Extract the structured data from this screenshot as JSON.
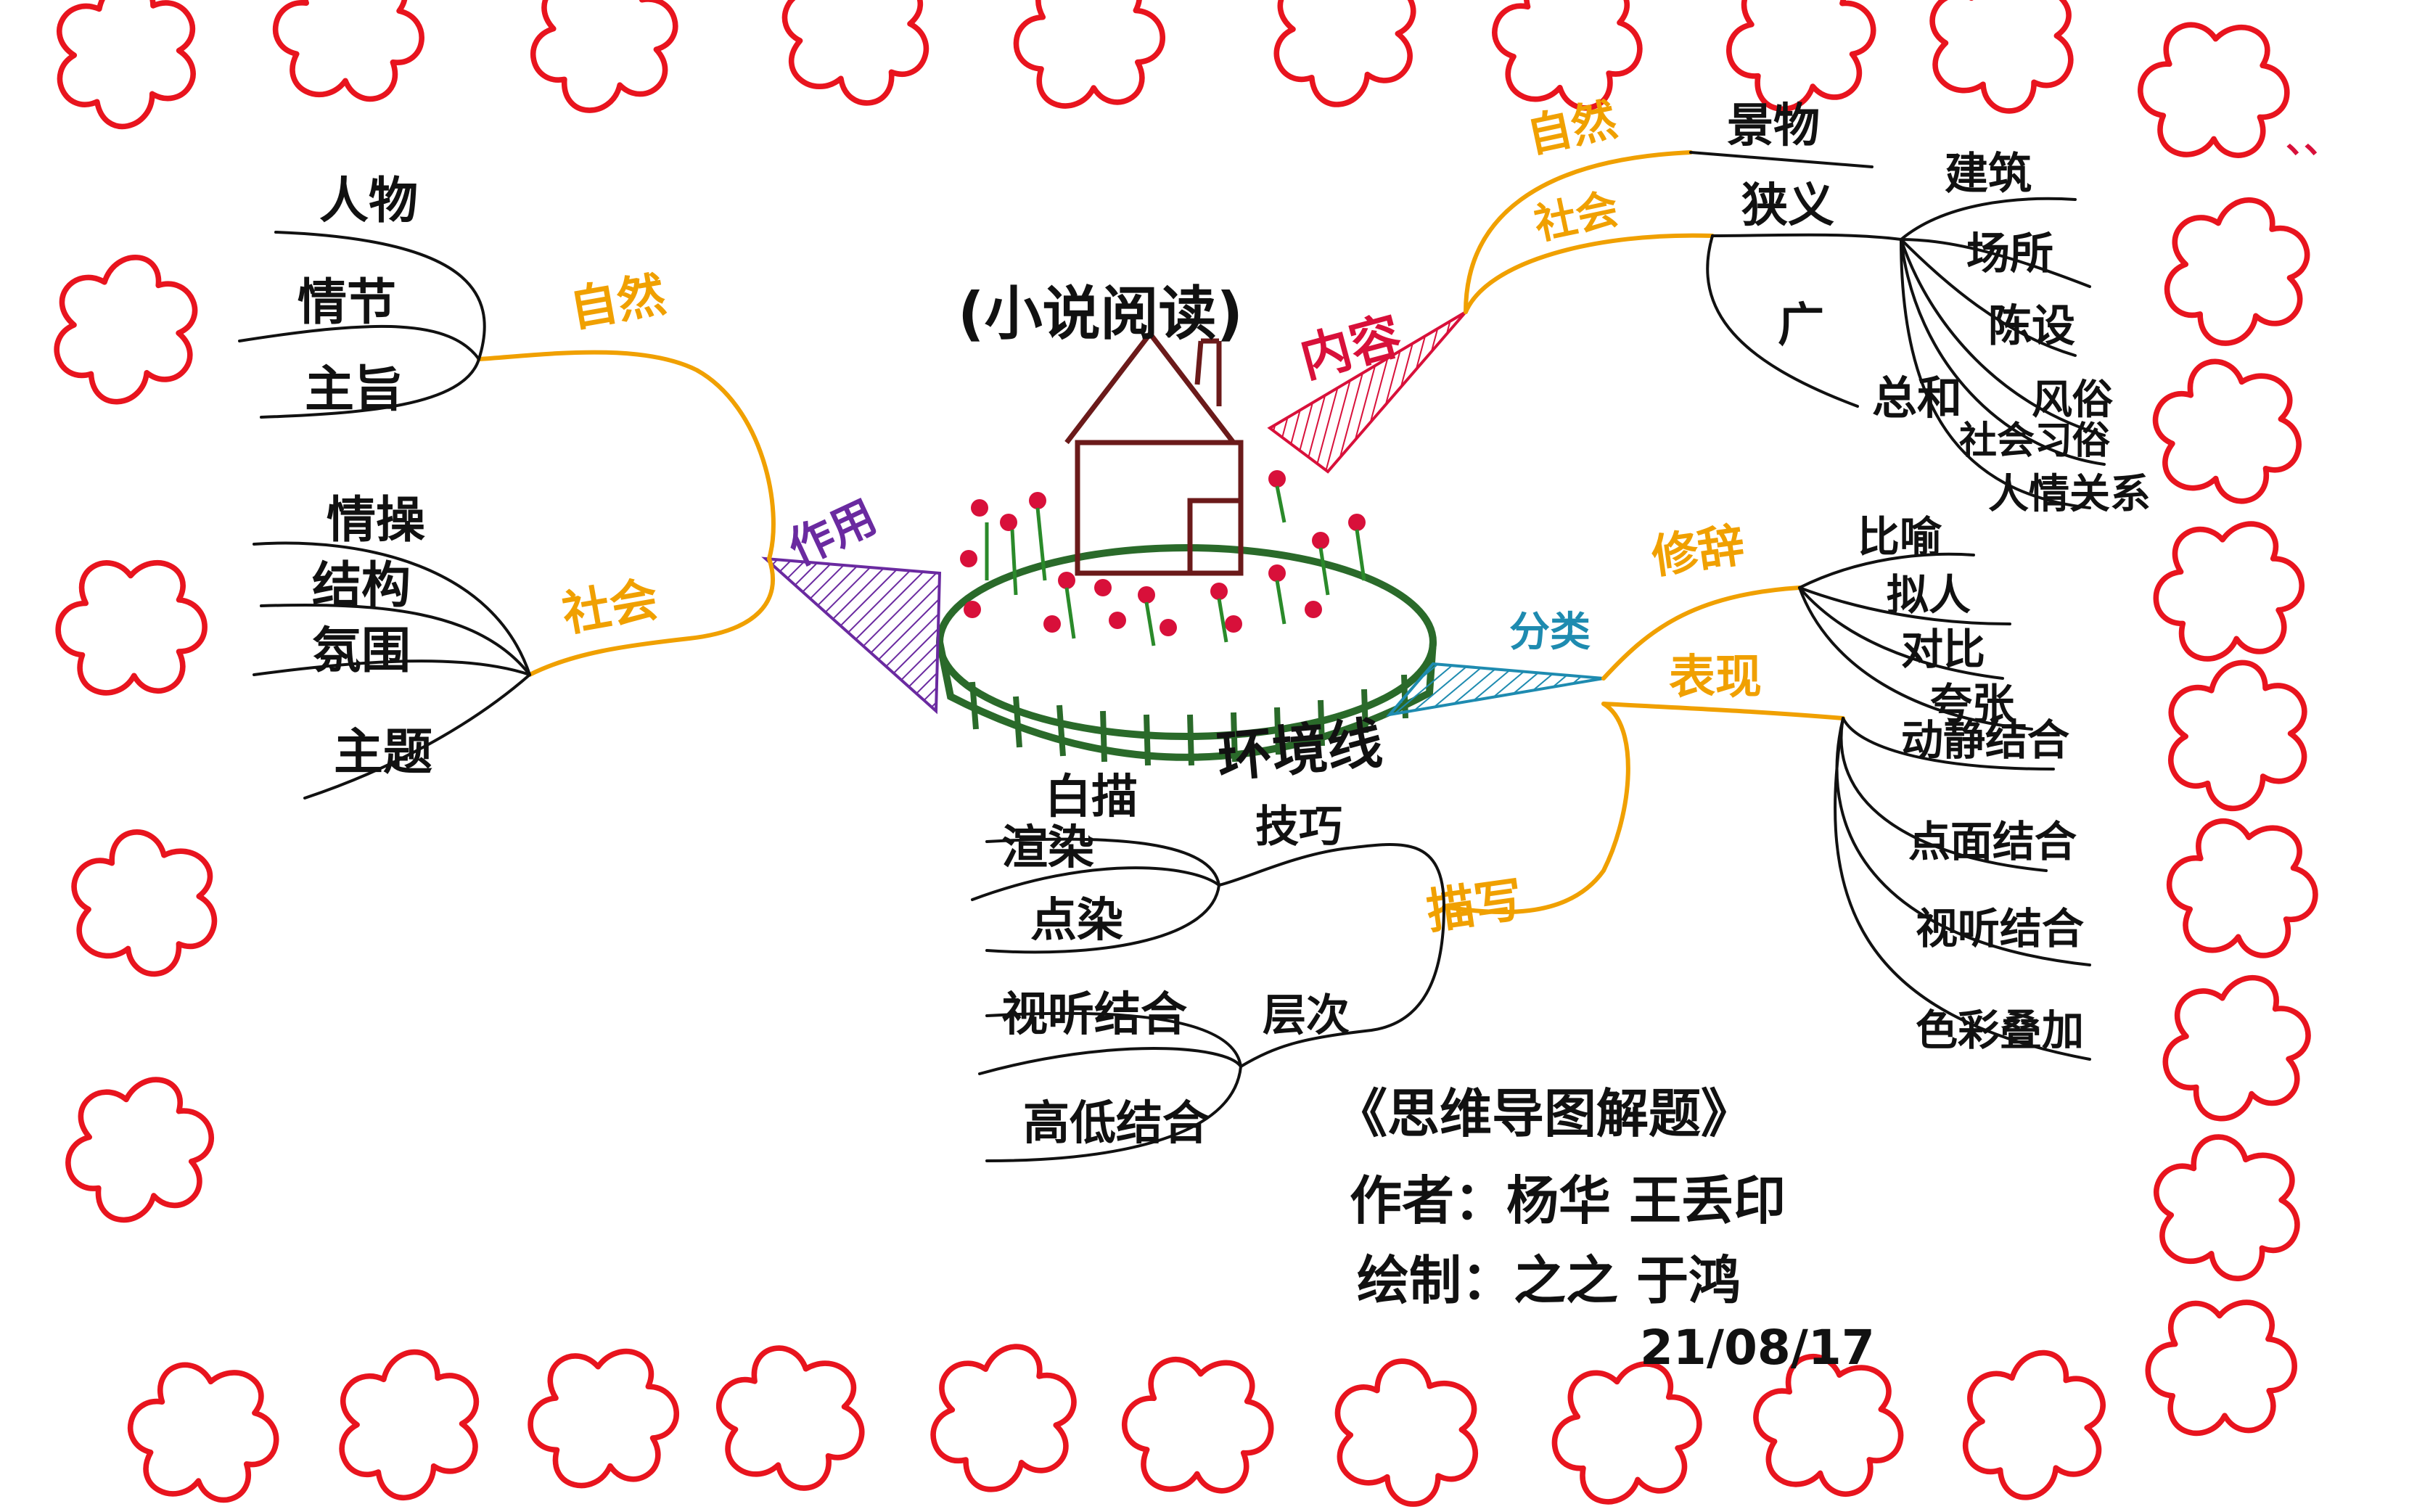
{
  "title": "(小说阅读)",
  "center": {
    "label": "环境线"
  },
  "branches": {
    "function": {
      "label": "作用",
      "color": "#6a2aa0"
    },
    "content": {
      "label": "内容",
      "color": "#d8103a"
    },
    "kind": {
      "label": "分类",
      "color": "#1e8bb0"
    },
    "strategy": {
      "label": "描写",
      "color": "#f0a000"
    }
  },
  "left": {
    "nature": {
      "label": "自然",
      "items": [
        "人物",
        "情节",
        "主旨"
      ]
    },
    "society": {
      "label": "社会",
      "items": [
        "情操",
        "结构",
        "氛围",
        "主题"
      ]
    }
  },
  "right_top": {
    "nature": {
      "label": "自然",
      "item": "景物"
    },
    "society": {
      "label": "社会",
      "item": "狭义",
      "item2": "广",
      "sum": "总和"
    },
    "sub": [
      "建筑",
      "场所",
      "陈设",
      "风俗",
      "社会习俗",
      "人情关系"
    ]
  },
  "right_mid": {
    "rhetoric": {
      "label": "修辞",
      "items": [
        "比喻",
        "拟人",
        "对比",
        "夸张"
      ]
    },
    "expression": {
      "label": "表现",
      "items": [
        "动静结合",
        "点面结合",
        "视听结合",
        "色彩叠加"
      ]
    }
  },
  "bottom": {
    "technique": {
      "label": "技巧",
      "items": [
        "白描",
        "渲染",
        "点染"
      ]
    },
    "level": {
      "label": "层次",
      "items": [
        "视听结合",
        "高低结合"
      ]
    }
  },
  "footer": {
    "book": "《思维导图解题》",
    "authors": "作者：杨华  王丢印",
    "drawer": "绘制：之之  于鸿",
    "date": "21/08/17"
  },
  "corner": "、、"
}
